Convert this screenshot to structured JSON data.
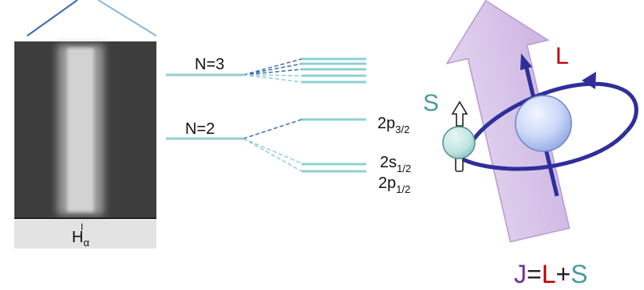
{
  "spectrum": {
    "caption_main": "H",
    "caption_sup": "I",
    "caption_sub": "α"
  },
  "levels": {
    "n3": "N=3",
    "n2": "N=2",
    "p32_main": "2p",
    "p32_sub": "3/2",
    "s12_main": "2s",
    "s12_sub": "1/2",
    "p12_main": "2p",
    "p12_sub": "1/2"
  },
  "spin_orbit": {
    "spin_label": "S",
    "orbital_label": "L",
    "equation": {
      "j": "J",
      "eq": "=",
      "l": "L",
      "plus": "+",
      "s": "S"
    }
  },
  "colors": {
    "level_line": "#8fd0d2",
    "dashed_line": "#3f6fb0",
    "angle_lines": "#3a6cb0",
    "label_L": "#c00000",
    "label_S": "#4a9aa0",
    "label_J": "#7030a0",
    "orbit": "#2e2f9a",
    "big_arrow": "#d9c6ea",
    "ball_blue": "#c7d6f6",
    "ball_cyan": "#bfe5e2"
  }
}
